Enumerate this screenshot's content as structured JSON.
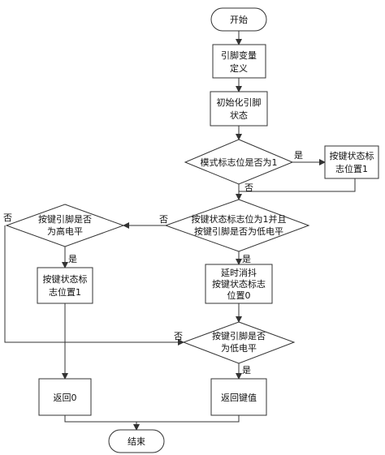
{
  "flowchart": {
    "nodes": {
      "start": {
        "lines": [
          "开始"
        ]
      },
      "define_pins": {
        "lines": [
          "引脚变量",
          "定义"
        ]
      },
      "init_pins": {
        "lines": [
          "初始化引脚",
          "状态"
        ]
      },
      "mode_flag_check": {
        "lines": [
          "模式标志位是否为1"
        ]
      },
      "set_key_flag_right": {
        "lines": [
          "按键状态标",
          "志位置1"
        ]
      },
      "key_flag_and_low_check": {
        "lines": [
          "按键状态标志位为1并且",
          "按键引脚是否为低电平"
        ]
      },
      "key_high_check": {
        "lines": [
          "按键引脚是否",
          "为高电平"
        ]
      },
      "set_key_flag_left": {
        "lines": [
          "按键状态标",
          "志位置1"
        ]
      },
      "debounce": {
        "lines": [
          "延时消抖",
          "按键状态标志",
          "位置0"
        ]
      },
      "key_low_check": {
        "lines": [
          "按键引脚是否",
          "为低电平"
        ]
      },
      "return_zero": {
        "lines": [
          "返回0"
        ]
      },
      "return_key": {
        "lines": [
          "返回键值"
        ]
      },
      "end": {
        "lines": [
          "结束"
        ]
      }
    },
    "edge_labels": {
      "mode_yes": "是",
      "mode_no": "否",
      "combo_yes": "是",
      "combo_no": "否",
      "high_yes": "是",
      "high_no": "否",
      "low_yes": "是",
      "low_no": "否"
    }
  }
}
